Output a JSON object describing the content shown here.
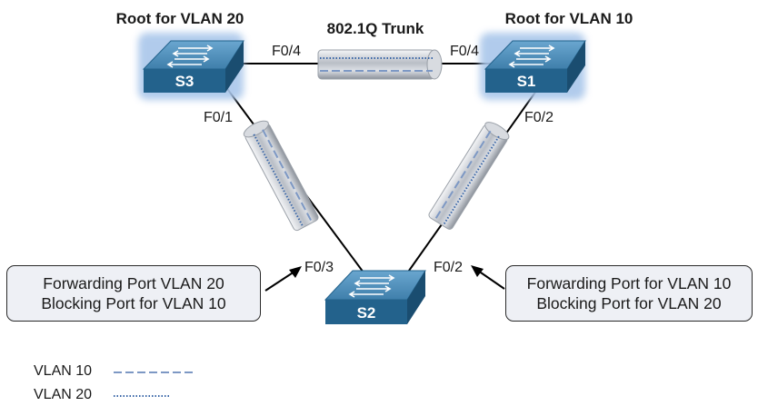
{
  "title": "802.1Q Trunk",
  "root_labels": {
    "s3": "Root for VLAN 20",
    "s1": "Root for VLAN 10"
  },
  "switches": {
    "s1": "S1",
    "s2": "S2",
    "s3": "S3"
  },
  "ports": {
    "s3_to_s1": "F0/4",
    "s1_to_s3": "F0/4",
    "s3_to_s2": "F0/1",
    "s1_to_s2": "F0/2",
    "s2_to_s3": "F0/3",
    "s2_to_s1": "F0/2"
  },
  "callouts": {
    "left": {
      "line1": "Forwarding Port VLAN 20",
      "line2": "Blocking Port for VLAN 10"
    },
    "right": {
      "line1": "Forwarding Port for VLAN 10",
      "line2": "Blocking Port for VLAN 20"
    }
  },
  "legend": {
    "vlan10": "VLAN 10",
    "vlan20": "VLAN 20"
  },
  "colors": {
    "switch_top": "#4f8fb8",
    "switch_side": "#23628c",
    "switch_glow": "#a9c6ea",
    "vlan10_line": "#7d98c4",
    "vlan20_line": "#3b67a8",
    "tube": "#c9cdd3"
  }
}
